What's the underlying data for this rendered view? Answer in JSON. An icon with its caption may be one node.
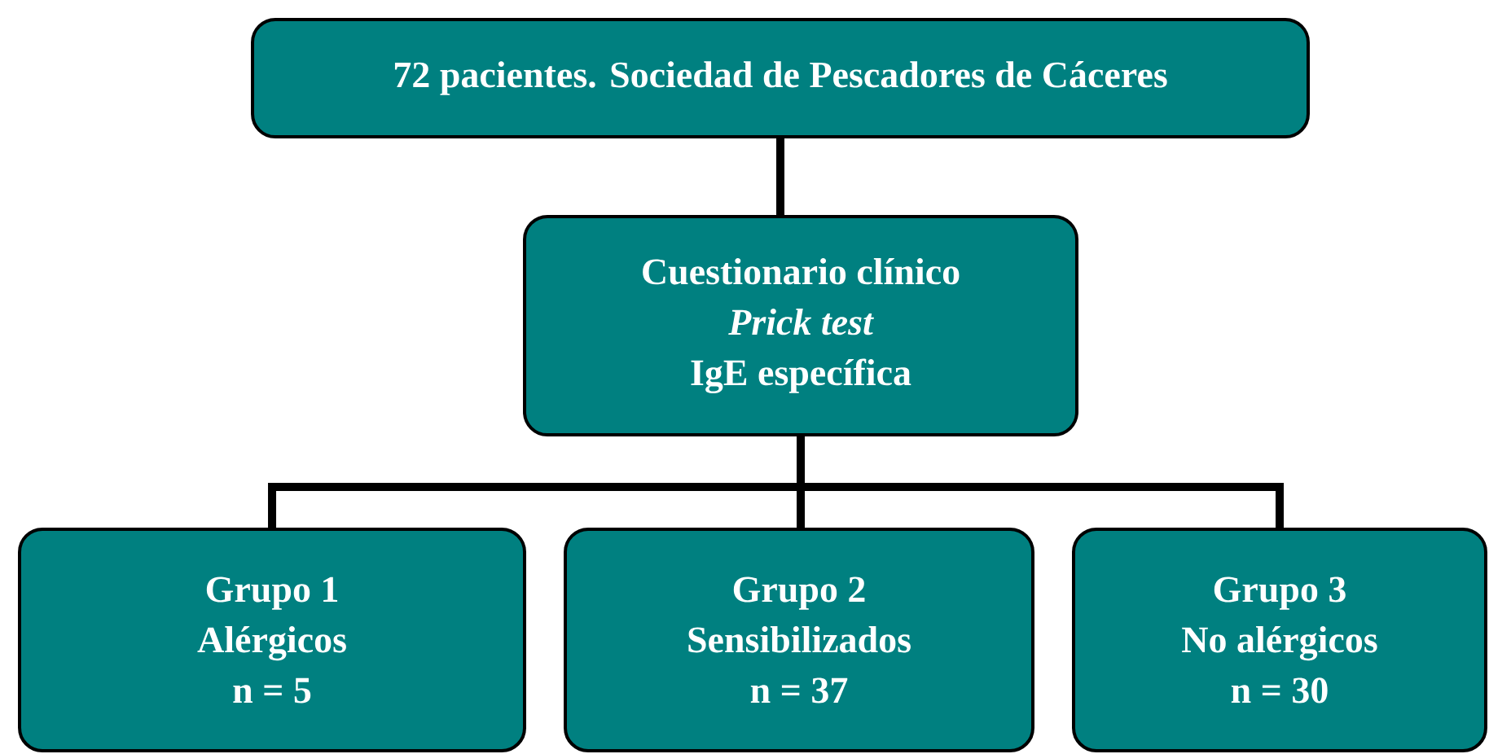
{
  "diagram": {
    "nodes": [
      {
        "text": [
          "72 pacientes. Sociedad de Pescadores de Cáceres"
        ]
      },
      {
        "text": [
          "Cuestionario clínico",
          "Prick test",
          "IgE específica"
        ]
      },
      {
        "text": [
          "Grupo 1",
          "Alérgicos",
          "n = 5"
        ]
      },
      {
        "text": [
          "Grupo 2",
          "Sensibilizados",
          "n = 37"
        ]
      },
      {
        "text": [
          "Grupo 3",
          "No alérgicos",
          "n = 30"
        ]
      }
    ],
    "edges": [
      {
        "from": 0,
        "to": 1,
        "arrow": "none"
      },
      {
        "from": 1,
        "to": 2,
        "arrow": "none"
      },
      {
        "from": 1,
        "to": 3,
        "arrow": "none"
      },
      {
        "from": 1,
        "to": 4,
        "arrow": "none"
      }
    ]
  }
}
